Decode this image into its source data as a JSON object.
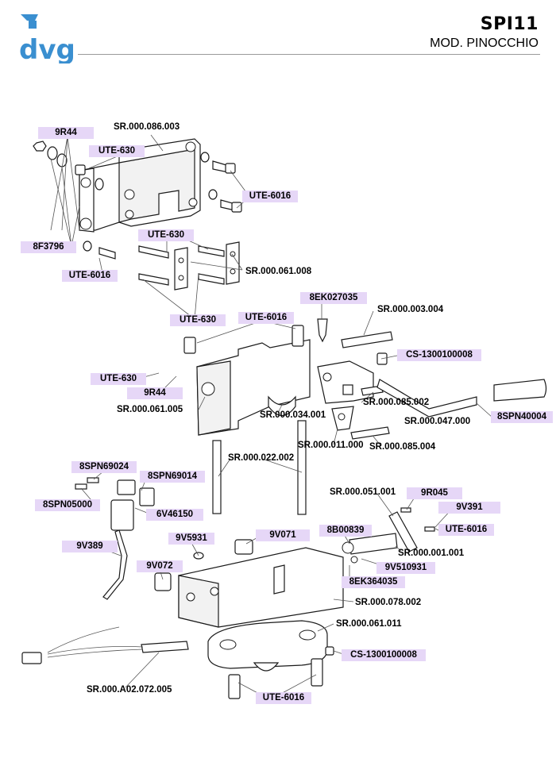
{
  "header": {
    "code": "SPI11",
    "model": "MOD. PINOCCHIO"
  },
  "logo": {
    "text": "dvg",
    "color": "#3a8fd0"
  },
  "colors": {
    "highlight": "#e6d7f7",
    "line": "#1a1a1a"
  },
  "labels": {
    "9R44_top": "9R44",
    "sr_000_086_003": "SR.000.086.003",
    "ute630_a": "UTE-630",
    "ute6016_a": "UTE-6016",
    "8F3796": "8F3796",
    "ute630_b": "UTE-630",
    "ute6016_b": "UTE-6016",
    "sr_000_061_008": "SR.000.061.008",
    "8EK027035": "8EK027035",
    "sr_000_003_004": "SR.000.003.004",
    "ute630_c": "UTE-630",
    "ute6016_c": "UTE-6016",
    "cs1300100008_a": "CS-1300100008",
    "ute630_d": "UTE-630",
    "9R44_mid": "9R44",
    "sr_000_061_005": "SR.000.061.005",
    "sr_000_034_001": "SR.000.034.001",
    "sr_000_085_002": "SR.000.085.002",
    "sr_000_047_000": "SR.000.047.000",
    "8SPN40004": "8SPN40004",
    "sr_000_011_000": "SR.000.011.000",
    "sr_000_085_004": "SR.000.085.004",
    "sr_000_022_002": "SR.000.022.002",
    "8SPN69024": "8SPN69024",
    "8SPN69014": "8SPN69014",
    "8SPN05000": "8SPN05000",
    "6V46150": "6V46150",
    "sr_000_051_001": "SR.000.051.001",
    "9R045": "9R045",
    "9V391": "9V391",
    "ute6016_d": "UTE-6016",
    "9V389": "9V389",
    "9V5931": "9V5931",
    "9V071": "9V071",
    "8B00839": "8B00839",
    "sr_000_001_001": "SR.000.001.001",
    "9V072": "9V072",
    "9V510931": "9V510931",
    "8EK364035": "8EK364035",
    "sr_000_078_002": "SR.000.078.002",
    "sr_000_061_011": "SR.000.061.011",
    "cs1300100008_b": "CS-1300100008",
    "sr_000_a02_072_005": "SR.000.A02.072.005",
    "ute6016_e": "UTE-6016"
  }
}
